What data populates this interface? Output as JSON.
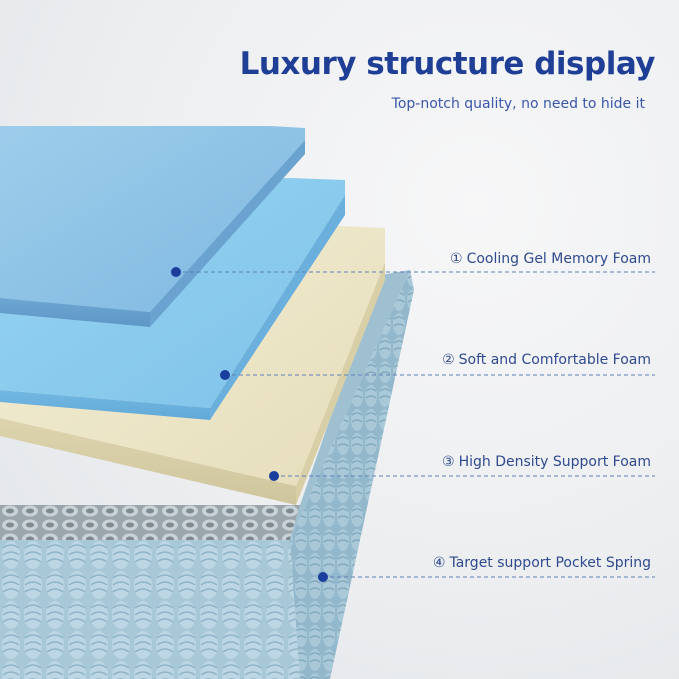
{
  "header": {
    "title": "Luxury structure display",
    "subtitle": "Top-notch quality, no need to hide it"
  },
  "colors": {
    "title": "#1f3e95",
    "label_text": "#2f4a8e",
    "marker_dot": "#1b3e9e",
    "gel_foam": "#8ec4e6",
    "soft_foam": "#8fd0ef",
    "support_foam": "#ede7c9",
    "pocket_spring": "#a7c6d6"
  },
  "layers": [
    {
      "number": "①",
      "label": "Cooling Gel Memory Foam"
    },
    {
      "number": "②",
      "label": "Soft and Comfortable Foam"
    },
    {
      "number": "③",
      "label": "High Density Support Foam"
    },
    {
      "number": "④",
      "label": "Target support Pocket Spring"
    }
  ]
}
